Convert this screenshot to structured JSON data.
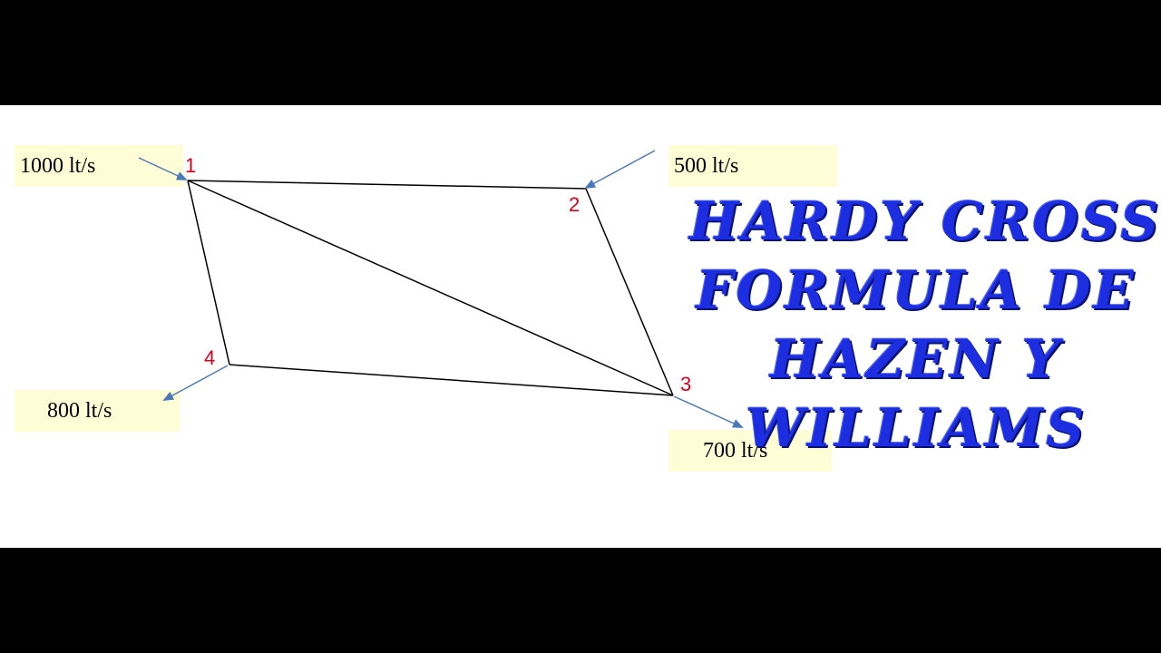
{
  "diagram": {
    "flows": {
      "inflow_node1": "1000 lt/s",
      "inflow_node2": "500 lt/s",
      "outflow_node3": "700 lt/s",
      "outflow_node4": "800 lt/s"
    },
    "nodes": {
      "n1": "1",
      "n2": "2",
      "n3": "3",
      "n4": "4"
    },
    "colors": {
      "box_fill": "#fffdd6",
      "node_label": "#d9001b",
      "arrow": "#4a78b8",
      "pipe": "#000000",
      "title": "#1d2ee0"
    }
  },
  "title": {
    "line1": "HARDY CROSS-",
    "line2": "FORMULA DE",
    "line3": "HAZEN Y",
    "line4": "WILLIAMS"
  }
}
